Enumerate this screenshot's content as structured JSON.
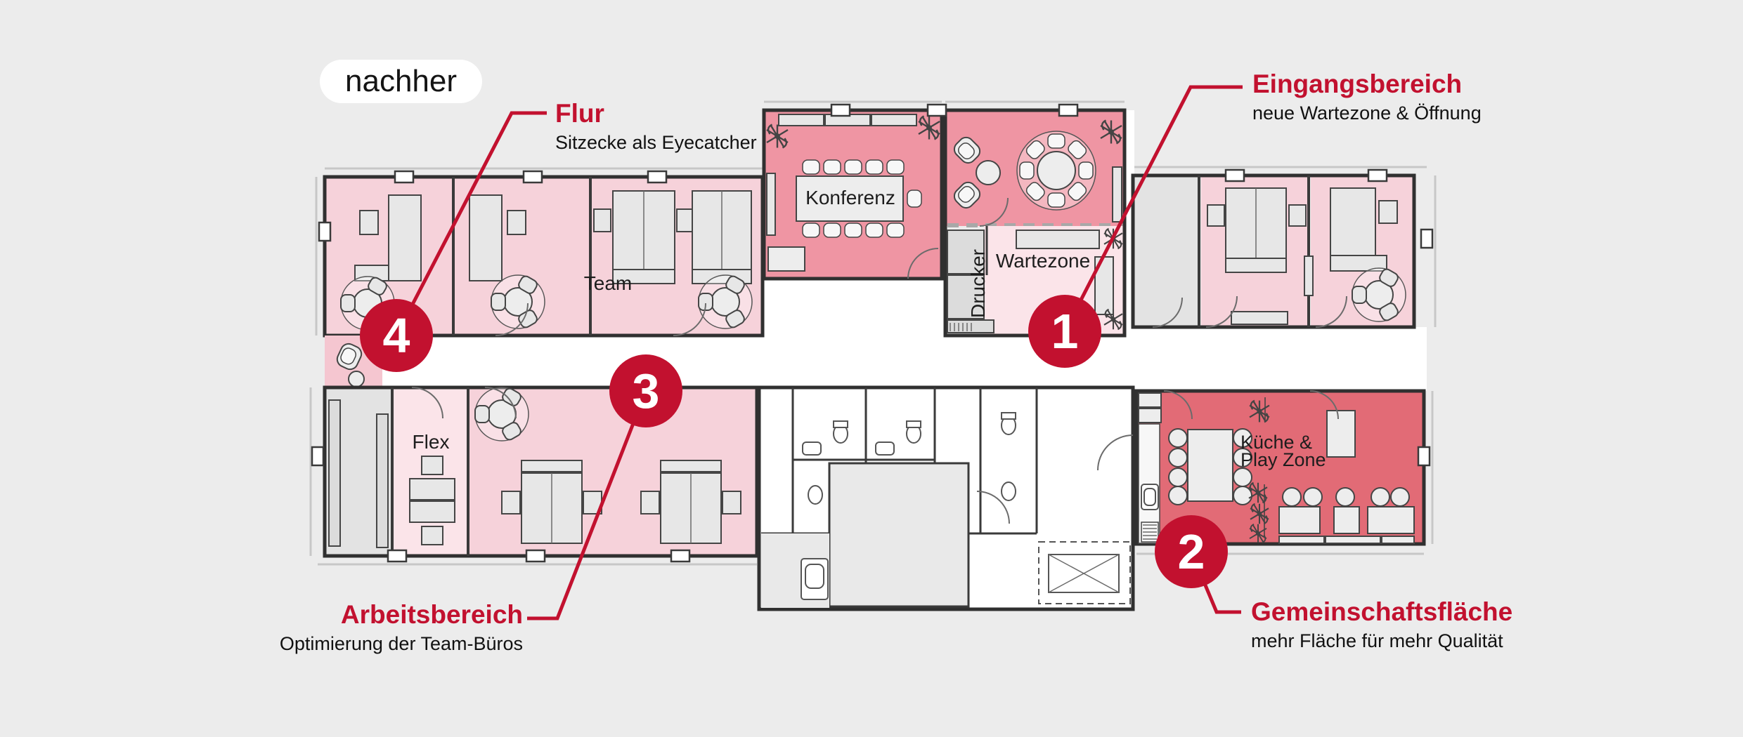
{
  "badge": {
    "label": "nachher"
  },
  "annotations": [
    {
      "number": "1",
      "title": "Eingangsbereich",
      "subtitle": "neue Wartezone & Öffnung"
    },
    {
      "number": "2",
      "title": "Gemeinschaftsfläche",
      "subtitle": "mehr Fläche für mehr Qualität"
    },
    {
      "number": "3",
      "title": "Arbeitsbereich",
      "subtitle": "Optimierung der Team-Büros"
    },
    {
      "number": "4",
      "title": "Flur",
      "subtitle": "Sitzecke als Eyecatcher"
    }
  ],
  "room_labels": {
    "konferenz": "Konferenz",
    "team": "Team",
    "wartezone": "Wartezone",
    "drucker": "Drucker",
    "flex": "Flex",
    "kueche_line1": "Küche &",
    "kueche_line2": "Play Zone"
  },
  "colors": {
    "background": "#ececec",
    "accent_red": "#c2112f",
    "room_pink_medium": "#ef95a3",
    "room_pink_light": "#f6d2da",
    "room_pink_pale": "#fbe4e9",
    "room_red_kitchen": "#e26b76",
    "room_gray": "#e3e3e3"
  }
}
